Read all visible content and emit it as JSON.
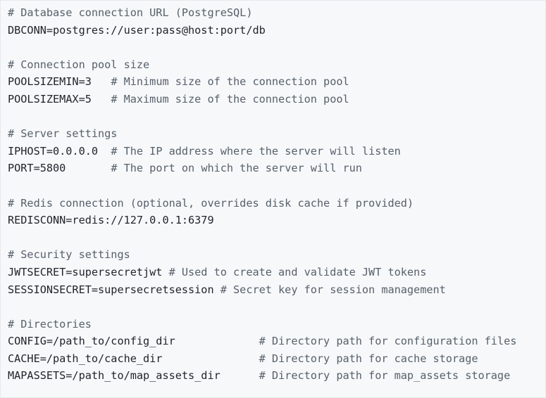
{
  "code": {
    "lines": [
      {
        "code": "",
        "comment": "# Database connection URL (PostgreSQL)"
      },
      {
        "code": "DBCONN=postgres://user:pass@host:port/db",
        "comment": ""
      },
      {
        "code": "",
        "comment": ""
      },
      {
        "code": "",
        "comment": "# Connection pool size"
      },
      {
        "code": "POOLSIZEMIN=3   ",
        "comment": "# Minimum size of the connection pool"
      },
      {
        "code": "POOLSIZEMAX=5   ",
        "comment": "# Maximum size of the connection pool"
      },
      {
        "code": "",
        "comment": ""
      },
      {
        "code": "",
        "comment": "# Server settings"
      },
      {
        "code": "IPHOST=0.0.0.0  ",
        "comment": "# The IP address where the server will listen"
      },
      {
        "code": "PORT=5800       ",
        "comment": "# The port on which the server will run"
      },
      {
        "code": "",
        "comment": ""
      },
      {
        "code": "",
        "comment": "# Redis connection (optional, overrides disk cache if provided)"
      },
      {
        "code": "REDISCONN=redis://127.0.0.1:6379",
        "comment": ""
      },
      {
        "code": "",
        "comment": ""
      },
      {
        "code": "",
        "comment": "# Security settings"
      },
      {
        "code": "JWTSECRET=supersecretjwt ",
        "comment": "# Used to create and validate JWT tokens"
      },
      {
        "code": "SESSIONSECRET=supersecretsession ",
        "comment": "# Secret key for session management"
      },
      {
        "code": "",
        "comment": ""
      },
      {
        "code": "",
        "comment": "# Directories"
      },
      {
        "code": "CONFIG=/path_to/config_dir             ",
        "comment": "# Directory path for configuration files"
      },
      {
        "code": "CACHE=/path_to/cache_dir               ",
        "comment": "# Directory path for cache storage"
      },
      {
        "code": "MAPASSETS=/path_to/map_assets_dir      ",
        "comment": "# Directory path for map_assets storage"
      }
    ]
  }
}
